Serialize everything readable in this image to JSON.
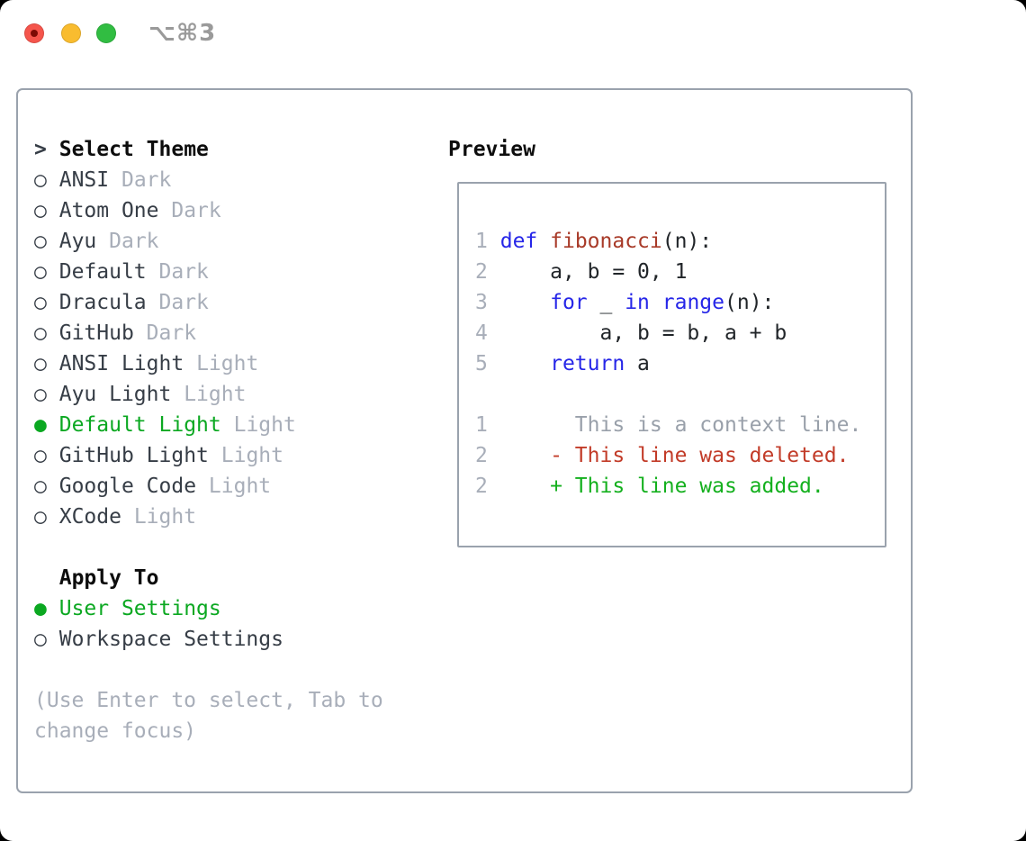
{
  "titlebar": {
    "shortcut": "⌥⌘3"
  },
  "panel": {
    "title_marker": ">",
    "title": "Select Theme",
    "items": [
      {
        "marker": "○",
        "name": "ANSI",
        "variant": "Dark",
        "selected": false
      },
      {
        "marker": "○",
        "name": "Atom One",
        "variant": "Dark",
        "selected": false
      },
      {
        "marker": "○",
        "name": "Ayu",
        "variant": "Dark",
        "selected": false
      },
      {
        "marker": "○",
        "name": "Default",
        "variant": "Dark",
        "selected": false
      },
      {
        "marker": "○",
        "name": "Dracula",
        "variant": "Dark",
        "selected": false
      },
      {
        "marker": "○",
        "name": "GitHub",
        "variant": "Dark",
        "selected": false
      },
      {
        "marker": "○",
        "name": "ANSI Light",
        "variant": "Light",
        "selected": false
      },
      {
        "marker": "○",
        "name": "Ayu Light",
        "variant": "Light",
        "selected": false
      },
      {
        "marker": "●",
        "name": "Default Light",
        "variant": "Light",
        "selected": true
      },
      {
        "marker": "○",
        "name": "GitHub Light",
        "variant": "Light",
        "selected": false
      },
      {
        "marker": "○",
        "name": "Google Code",
        "variant": "Light",
        "selected": false
      },
      {
        "marker": "○",
        "name": "XCode",
        "variant": "Light",
        "selected": false
      }
    ],
    "apply_to": {
      "title": "Apply To",
      "options": [
        {
          "marker": "●",
          "label": "User Settings",
          "selected": true
        },
        {
          "marker": "○",
          "label": "Workspace Settings",
          "selected": false
        }
      ]
    },
    "help_line1": "(Use Enter to select, Tab to",
    "help_line2": "change focus)"
  },
  "preview": {
    "title": "Preview",
    "code": [
      {
        "num": "1",
        "s0": "def",
        "s1": " ",
        "s2": "fibonacci",
        "s3": "(n):"
      },
      {
        "num": "2",
        "s0": "    a, b = 0, 1"
      },
      {
        "num": "3",
        "s0": "    ",
        "s1": "for",
        "s2": " _ ",
        "s3": "in",
        "s4": " ",
        "s5": "range",
        "s6": "(n):"
      },
      {
        "num": "4",
        "s0": "        a, b = b, a + b"
      },
      {
        "num": "5",
        "s0": "    ",
        "s1": "return",
        "s2": " a"
      }
    ],
    "diff": [
      {
        "num": "1",
        "text": "      This is a context line."
      },
      {
        "num": "2",
        "text": "    - This line was deleted."
      },
      {
        "num": "2",
        "text": "    + This line was added."
      }
    ]
  },
  "colors": {
    "accent_green": "#0ba821",
    "added_green": "#14b01e",
    "keyword_blue": "#2626e8",
    "function_red": "#a83a28",
    "deleted_red": "#c23b28",
    "muted_gray": "#a8aeb9",
    "context_gray": "#99a0aa",
    "text_dark": "#363d46",
    "heading_black": "#0d0d0d",
    "code_text": "#212529",
    "border_gray": "#9aa2ad",
    "traffic_red": "#f5554c",
    "traffic_red_dot": "#7c0b05",
    "traffic_yellow": "#f9bc2f",
    "traffic_green": "#31bd42",
    "shortcut_gray": "#9a9a9a"
  }
}
